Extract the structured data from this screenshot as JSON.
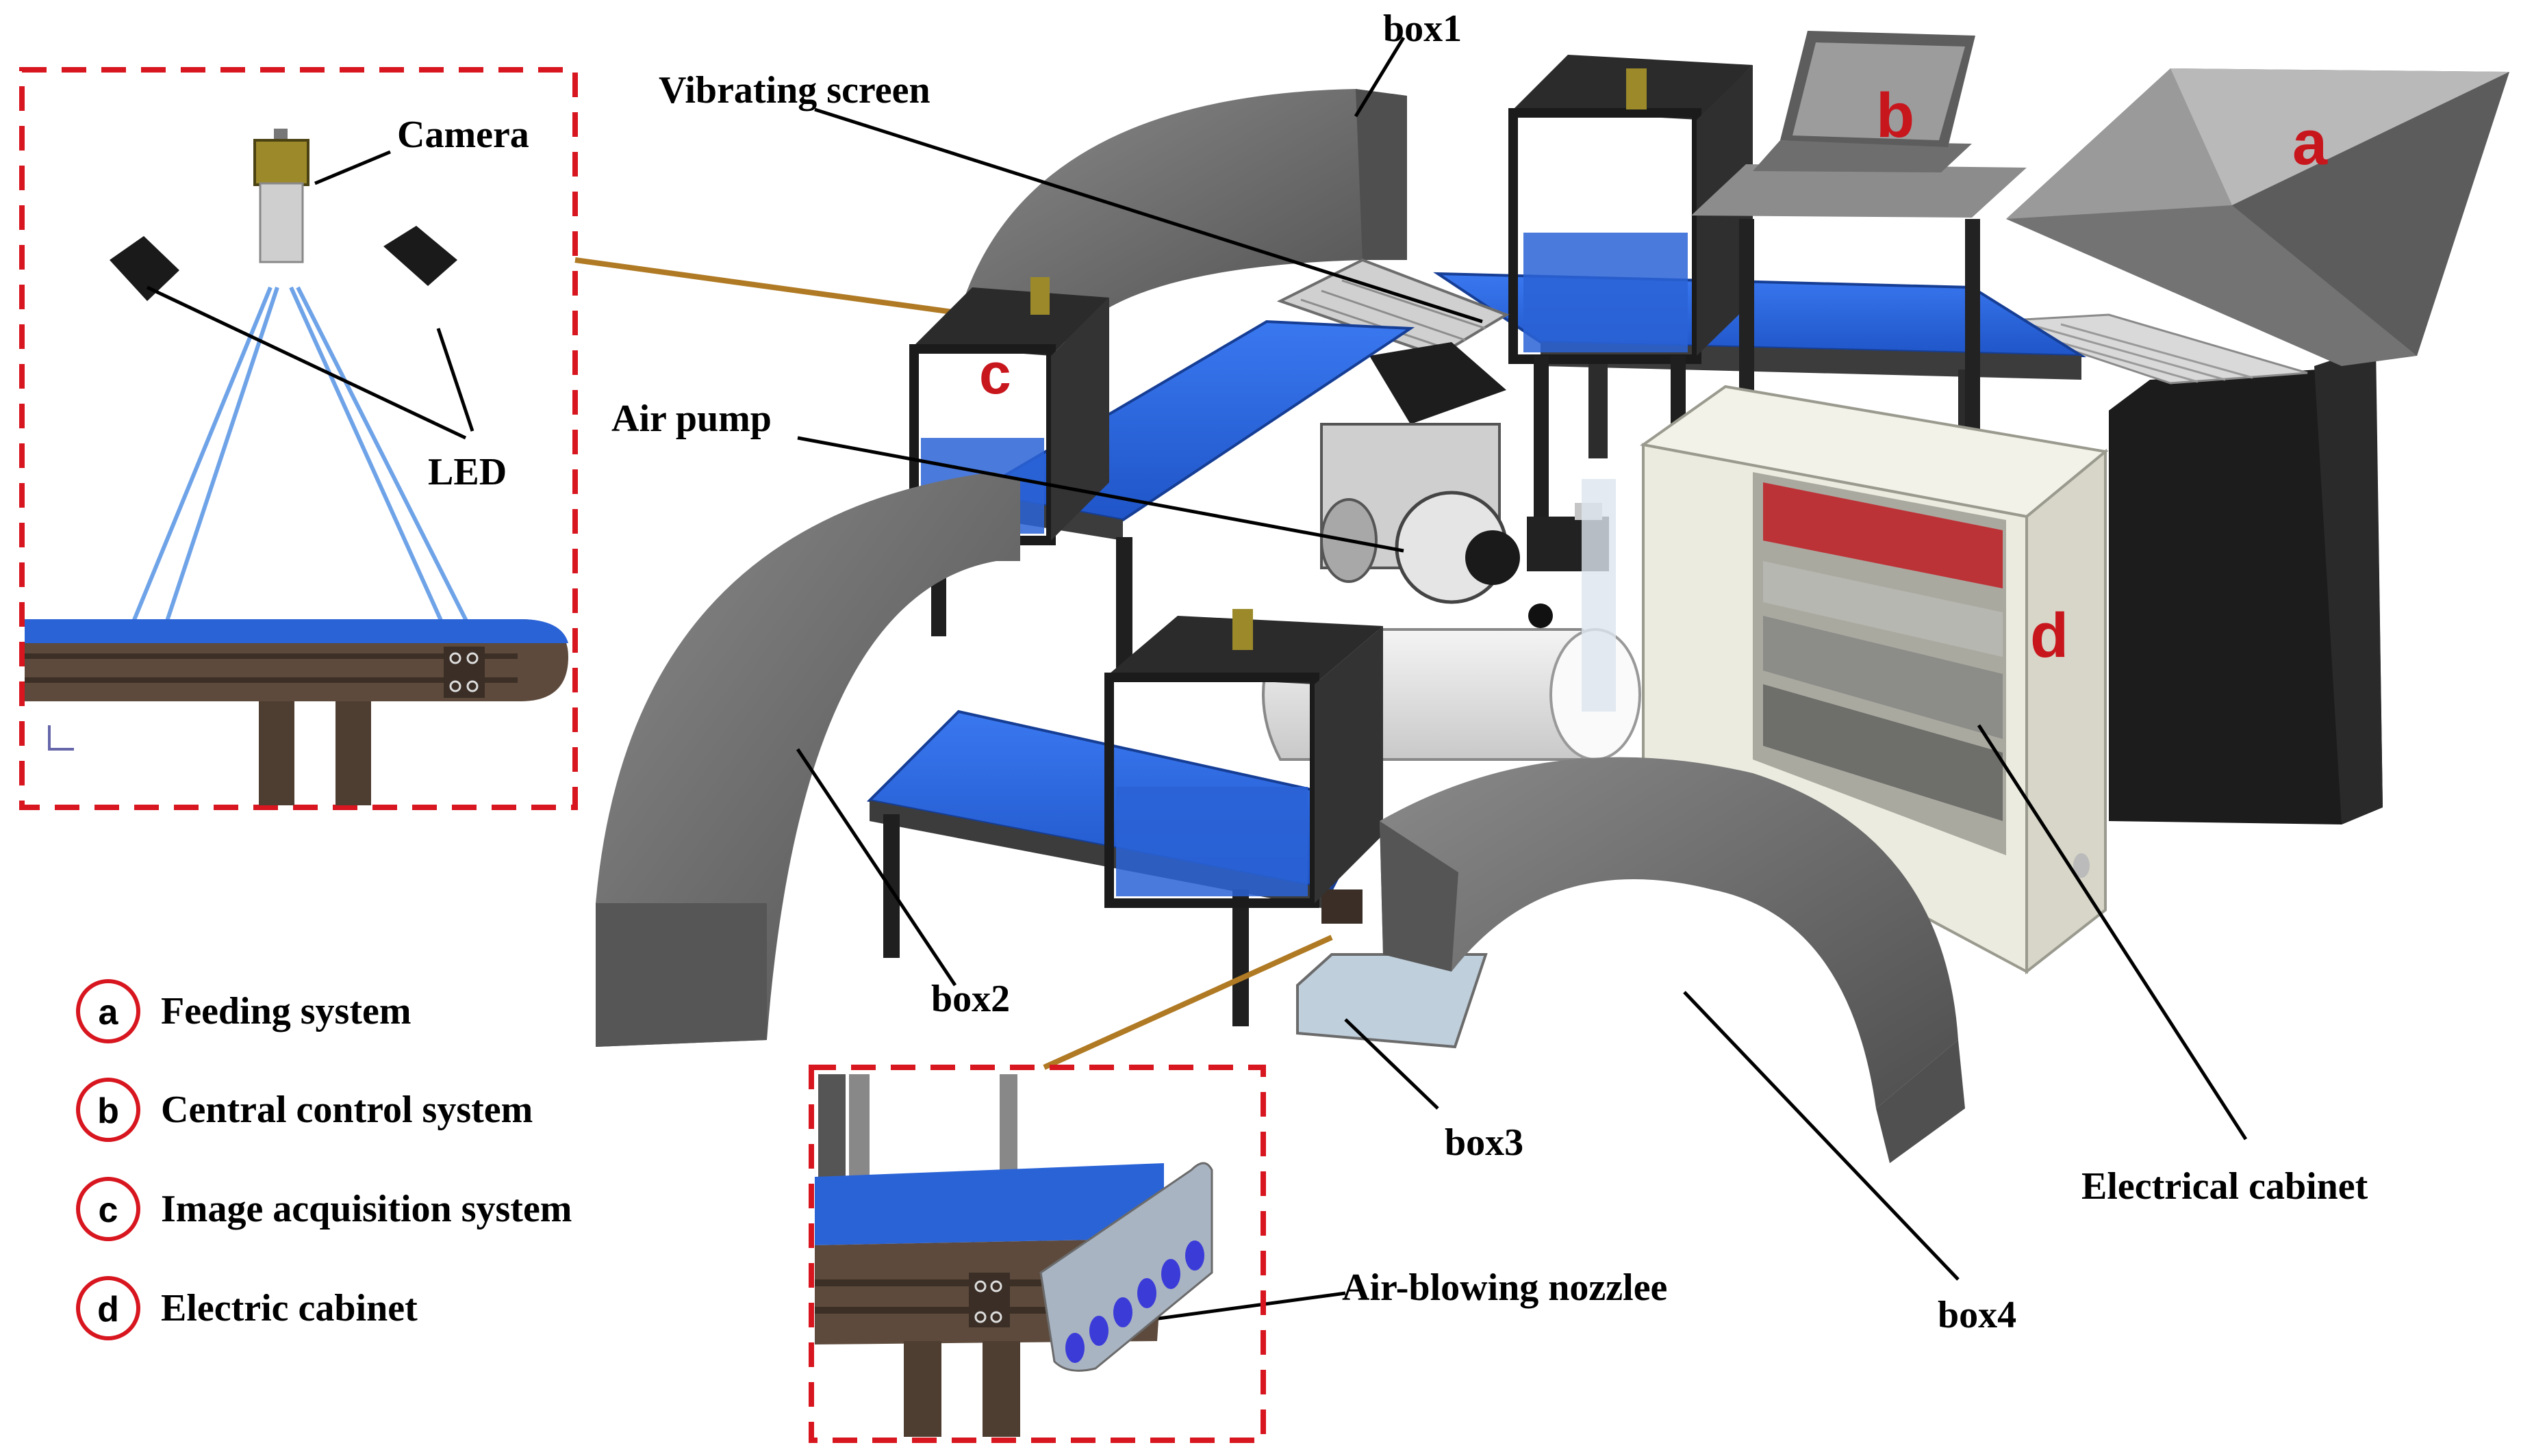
{
  "callouts": {
    "camera": "Camera",
    "led": "LED",
    "vibrating_screen": "Vibrating screen",
    "box1": "box1",
    "air_pump": "Air pump",
    "box2": "box2",
    "box3": "box3",
    "box4": "box4",
    "electrical_cabinet": "Electrical cabinet",
    "air_blowing_nozzle": "Air-blowing nozzlee"
  },
  "markers": {
    "a": "a",
    "b": "b",
    "c": "c",
    "d": "d"
  },
  "legend": {
    "items": [
      {
        "key": "a",
        "label": "Feeding system"
      },
      {
        "key": "b",
        "label": "Central control system"
      },
      {
        "key": "c",
        "label": "Image acquisition system"
      },
      {
        "key": "d",
        "label": "Electric cabinet"
      }
    ]
  },
  "colors": {
    "belt_blue": "#2a63d6",
    "box_gray": "#6f6f6f",
    "callout_red": "#d8161f",
    "frame_black": "#1b1b1b",
    "connector_brown": "#b07a24",
    "cabinet_beige": "#ecebdf"
  }
}
